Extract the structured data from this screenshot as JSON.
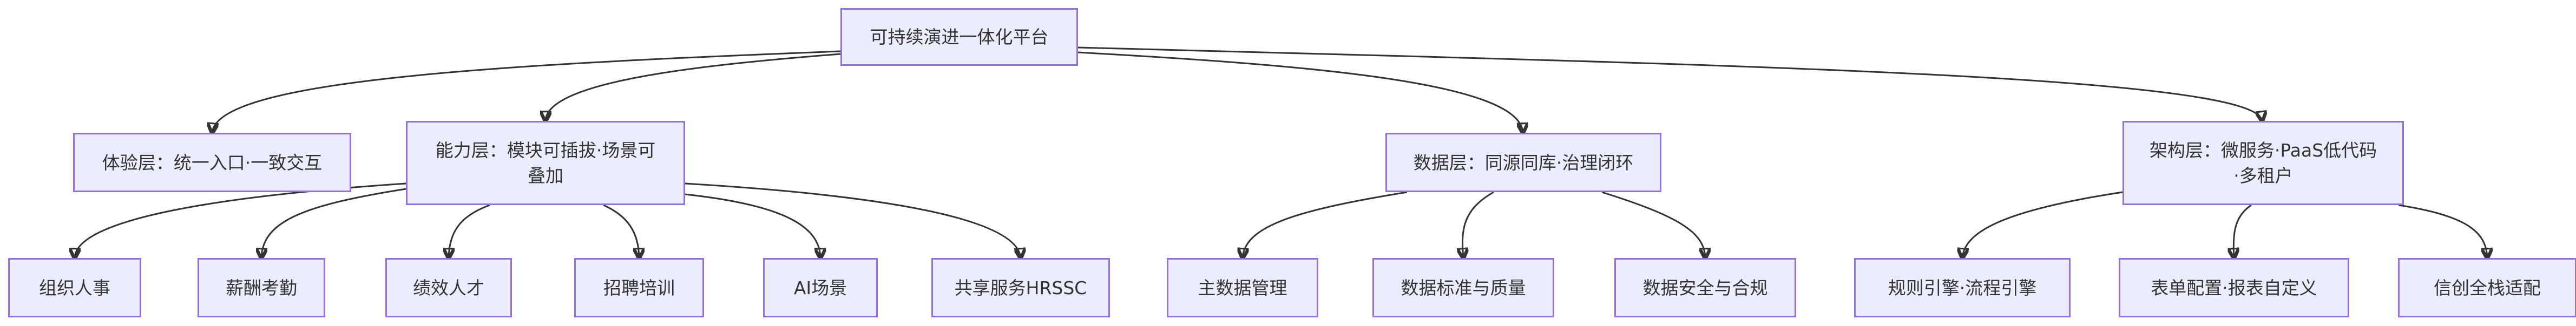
{
  "root": {
    "label": "可持续演进一体化平台"
  },
  "layers": [
    {
      "key": "experience",
      "label": "体验层：统一入口·一致交互",
      "children": []
    },
    {
      "key": "capability",
      "label_lines": [
        "能力层：模块可插拔·场景可",
        "叠加"
      ],
      "children": [
        "组织人事",
        "薪酬考勤",
        "绩效人才",
        "招聘培训",
        "AI场景",
        "共享服务HRSSC"
      ]
    },
    {
      "key": "data",
      "label": "数据层：同源同库·治理闭环",
      "children": [
        "主数据管理",
        "数据标准与质量",
        "数据安全与合规"
      ]
    },
    {
      "key": "architecture",
      "label_lines": [
        "架构层：微服务·PaaS低代码",
        "·多租户"
      ],
      "children": [
        "规则引擎·流程引擎",
        "表单配置·报表自定义",
        "信创全栈适配"
      ]
    }
  ],
  "colors": {
    "node_fill": "#ECECFF",
    "node_border": "#9370DB",
    "edge": "#333333",
    "text": "#333333"
  }
}
